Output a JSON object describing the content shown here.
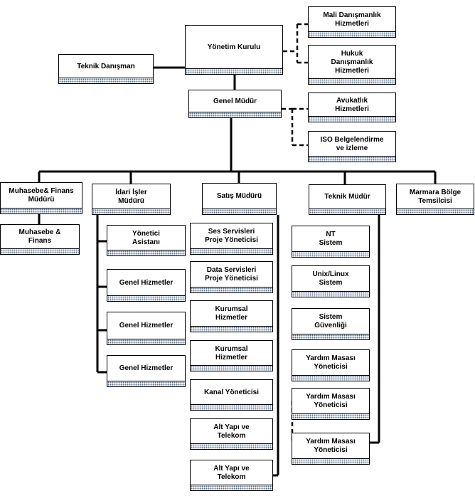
{
  "colors": {
    "line": "#000000",
    "box_fill": "#ffffff",
    "box_stripe": "#5a6e86",
    "box_stripe_bg": "#e9eef4"
  },
  "nodes": {
    "yonetim": "Yönetim Kurulu",
    "teknik_danisman": "Teknik Danışman",
    "mali": "Mali Danışmanlık\nHizmetleri",
    "hukuk": "Hukuk\nDanışmanlık\nHizmetleri",
    "genel_mudur": "Genel Müdür",
    "avukatlik": "Avukatlık\nHizmetleri",
    "iso": "ISO Belgelendirme\nve izleme",
    "muhasebe_finans_muduru": "Muhasebe& Finans\nMüdürü",
    "idari_isler_muduru": "İdari İşler\nMüdürü",
    "satis_muduru": "Satış Müdürü",
    "teknik_mudur": "Teknik Müdür",
    "marmara": "Marmara Bölge\nTemsilcisi",
    "muhasebe_finans": "Muhasebe &\nFinans",
    "idari": [
      "Yönetici\nAsistanı",
      "Genel Hizmetler",
      "Genel Hizmetler",
      "Genel Hizmetler"
    ],
    "satis": [
      "Ses Servisleri\nProje Yöneticisi",
      "Data Servisleri\nProje Yöneticisi",
      "Kurumsal\nHizmetler",
      "Kurumsal\nHizmetler",
      "Kanal Yöneticisi",
      "Alt Yapı ve\nTelekom",
      "Alt Yapı ve\nTelekom"
    ],
    "teknik": [
      "NT\nSistem",
      "Unix/Linux\nSistem",
      "Sistem\nGüvenliği",
      "Yardım Masası\nYöneticisi",
      "Yardım Masası\nYöneticisi",
      "Yardım Masası\nYöneticisi"
    ]
  }
}
